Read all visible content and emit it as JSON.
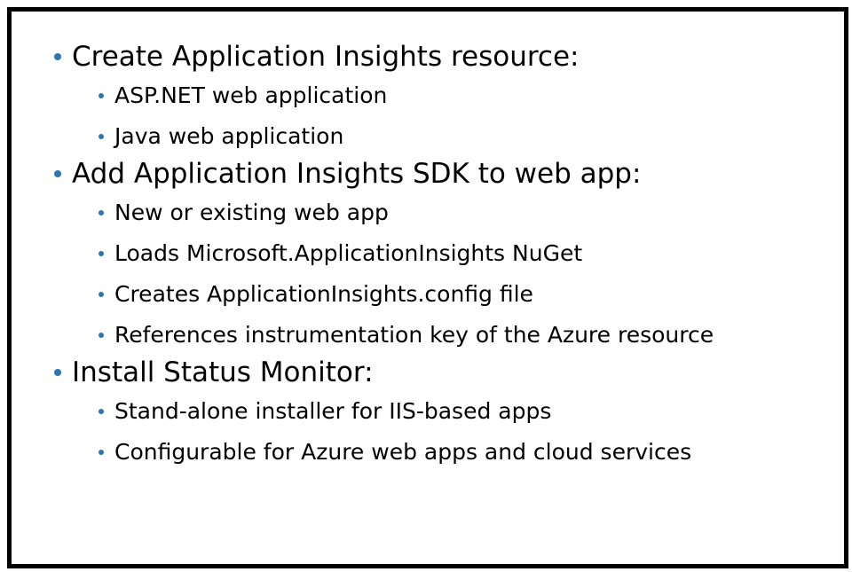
{
  "colors": {
    "bullet": "#2e75b6",
    "text": "#000000",
    "border": "#000000",
    "background": "#ffffff"
  },
  "sections": [
    {
      "heading": "Create Application Insights resource:",
      "items": [
        "ASP.NET web application",
        "Java web application"
      ]
    },
    {
      "heading": "Add Application Insights SDK to web app:",
      "items": [
        "New or existing web app",
        "Loads Microsoft.ApplicationInsights NuGet",
        "Creates ApplicationInsights.config file",
        "References instrumentation key of the Azure resource"
      ]
    },
    {
      "heading": "Install Status Monitor:",
      "items": [
        "Stand-alone installer for IIS-based apps",
        "Configurable for Azure web apps and cloud services"
      ]
    }
  ]
}
